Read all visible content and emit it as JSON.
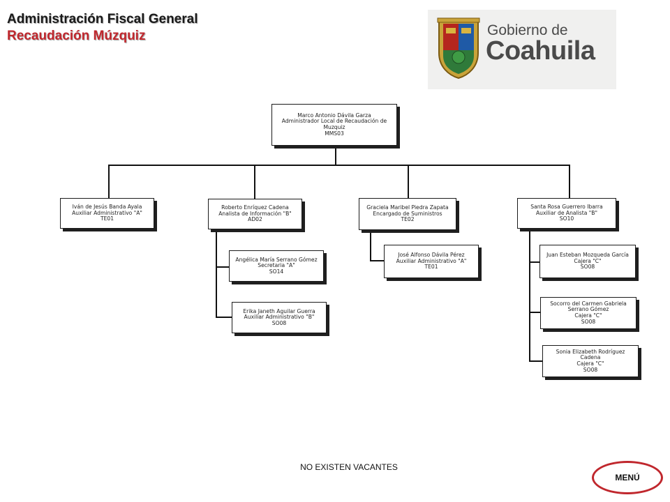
{
  "header": {
    "title": "Administración Fiscal General",
    "subtitle": "Recaudación Múzquiz"
  },
  "logo": {
    "line1": "Gobierno de",
    "line2": "Coahuila"
  },
  "org": {
    "root": {
      "name": "Marco Antonio Dávila Garza",
      "role": "Administrador Local de Recaudación de Muzquiz",
      "code": "MMS03"
    },
    "n1": {
      "name": "Iván de Jesús Banda Ayala",
      "role": "Auxiliar Administrativo \"A\"",
      "code": "TE01"
    },
    "n2": {
      "name": "Roberto Enríquez Cadena",
      "role": "Analista de Información \"B\"",
      "code": "AD02"
    },
    "n3": {
      "name": "Graciela Maribel Piedra Zapata",
      "role": "Encargado de Suministros",
      "code": "TE02"
    },
    "n4": {
      "name": "Santa Rosa Guerrero Ibarra",
      "role": "Auxiliar de Analista \"B\"",
      "code": "SO10"
    },
    "n2a": {
      "name": "Angélica María Serrano Gómez",
      "role": "Secretaria \"A\"",
      "code": "SO14"
    },
    "n2b": {
      "name": "Erika Janeth Aguilar Guerra",
      "role": "Auxiliar Administrativo \"B\"",
      "code": "SO08"
    },
    "n3a": {
      "name": "José Alfonso Dávila Pérez",
      "role": "Auxiliar Administrativo \"A\"",
      "code": "TE01"
    },
    "n4a": {
      "name": "Juan Esteban Mozqueda García",
      "role": "Cajera \"C\"",
      "code": "SO08"
    },
    "n4b": {
      "name": "Socorro del Carmen Gabriela Serrano Gómez",
      "role": "Cajera \"C\"",
      "code": "SO08"
    },
    "n4c": {
      "name": "Sonia Elizabeth Rodríguez Cadena",
      "role": "Cajera \"C\"",
      "code": "SO08"
    }
  },
  "footer": {
    "vacantes": "NO EXISTEN VACANTES",
    "menu": "MENÚ"
  },
  "colors": {
    "accent": "#c0272d",
    "title_dark": "#1a1a1a"
  }
}
